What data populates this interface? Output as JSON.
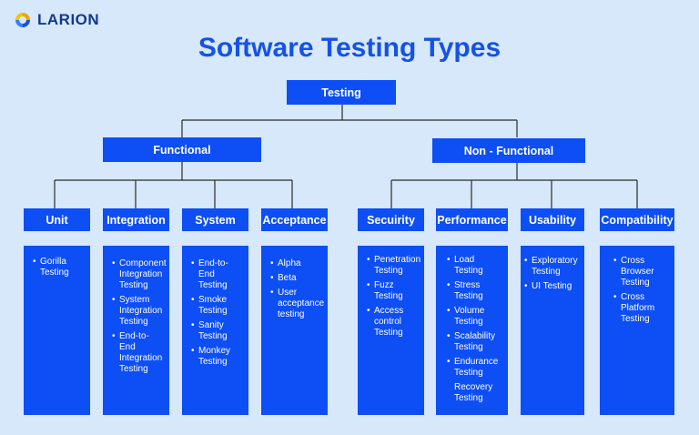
{
  "brand": {
    "name": "LARION"
  },
  "title": "Software Testing Types",
  "root": "Testing",
  "branches": [
    "Functional",
    "Non - Functional"
  ],
  "columns": [
    {
      "label": "Unit",
      "items": [
        "Gorilla Testing"
      ]
    },
    {
      "label": "Integration",
      "items": [
        "Component Integration Testing",
        "System Integration Testing",
        "End-to-End Integration Testing"
      ]
    },
    {
      "label": "System",
      "items": [
        "End-to-End Testing",
        "Smoke Testing",
        "Sanity Testing",
        "Monkey Testing"
      ]
    },
    {
      "label": "Acceptance",
      "items": [
        "Alpha",
        "Beta",
        "User acceptance testing"
      ]
    },
    {
      "label": "Secuirity",
      "items": [
        "Penetration Testing",
        "Fuzz Testing",
        "Access control Testing"
      ]
    },
    {
      "label": "Performance",
      "items": [
        "Load Testing",
        "Stress Testing",
        "Volume Testing",
        "Scalability Testing",
        "Endurance Testing",
        "Recovery Testing"
      ],
      "bullets": [
        true,
        true,
        true,
        true,
        true,
        false
      ]
    },
    {
      "label": "Usability",
      "items": [
        "Exploratory Testing",
        "UI Testing"
      ]
    },
    {
      "label": "Compatibility",
      "items": [
        "Cross Browser Testing",
        "Cross Platform Testing"
      ]
    }
  ],
  "colors": {
    "node": "#0d4ef5",
    "background": "#d6e8fa",
    "title": "#1552e6",
    "connector": "#2b2b2b"
  }
}
